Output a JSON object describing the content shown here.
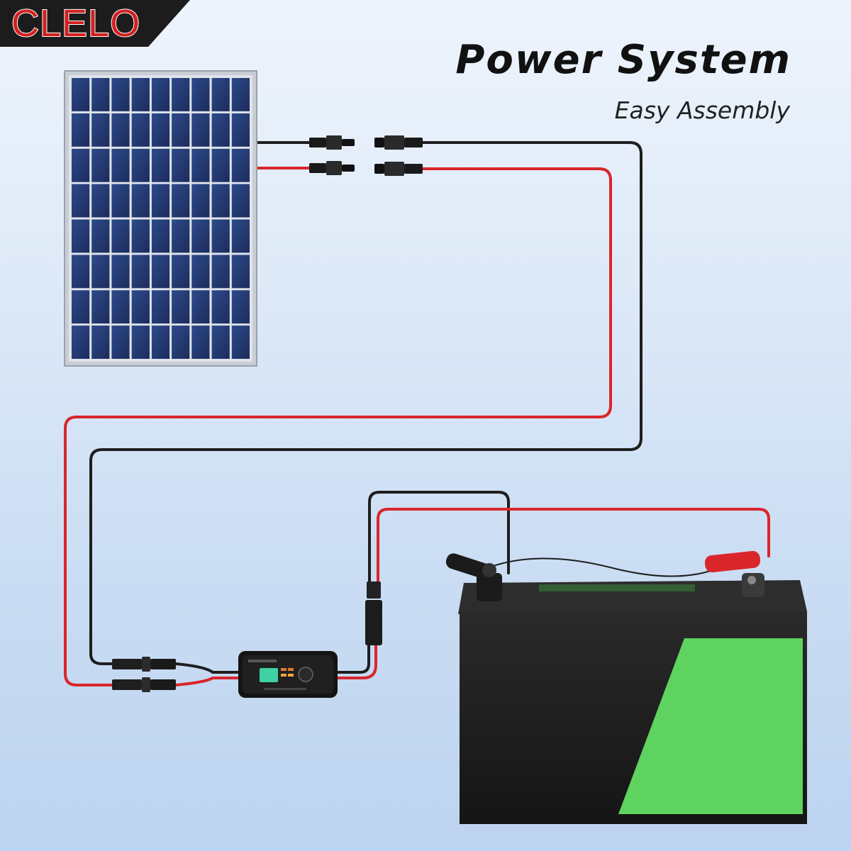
{
  "brand": {
    "logo_text": "CLELO"
  },
  "header": {
    "title": "Power System",
    "subtitle": "Easy Assembly"
  },
  "colors": {
    "positive_wire": "#d9262b",
    "negative_wire": "#1e1e1e",
    "battery_accent": "#5fd35f",
    "battery_body": "#222222",
    "panel_cell": "#22366d",
    "panel_frame": "#c9ced6"
  },
  "components": [
    {
      "name": "solar-panel-icon",
      "label": ""
    },
    {
      "name": "mc4-connector-icon",
      "label": ""
    },
    {
      "name": "charge-controller-icon",
      "label": ""
    },
    {
      "name": "battery-icon",
      "label": ""
    }
  ]
}
